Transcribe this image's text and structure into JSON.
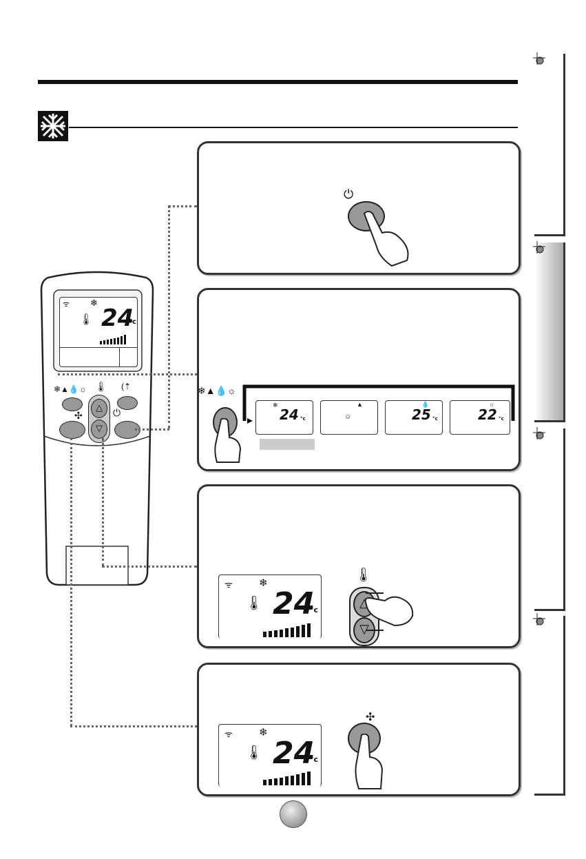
{
  "page": {
    "number_marker": "page-number-dot"
  },
  "remote": {
    "display": {
      "temperature": "24",
      "unit": "°c",
      "mode_icon": "snowflake-icon"
    },
    "mode_symbols": "❄▲💧☼",
    "buttons": [
      "mode-button",
      "fan-speed-button",
      "temp-up-button",
      "temp-down-button",
      "power-button",
      "swing-button"
    ]
  },
  "step_power": {
    "icon": "power-icon"
  },
  "step_mode": {
    "mode_symbols": "❄▲💧☼",
    "screens": [
      {
        "mode": "cool",
        "icon": "snowflake-icon",
        "temperature": "24",
        "unit": "°c"
      },
      {
        "mode": "auto",
        "icon": "auto-icon",
        "temperature": "",
        "unit": ""
      },
      {
        "mode": "dry",
        "icon": "droplet-icon",
        "temperature": "25",
        "unit": "°c"
      },
      {
        "mode": "heat",
        "icon": "sun-icon",
        "temperature": "22",
        "unit": "°c"
      }
    ]
  },
  "step_temp": {
    "temperature": "24",
    "unit": "°c"
  },
  "step_fan": {
    "temperature": "24",
    "unit": "°c"
  },
  "colors": {
    "panel_border": "#333333",
    "accent_gray": "#cccccc"
  }
}
